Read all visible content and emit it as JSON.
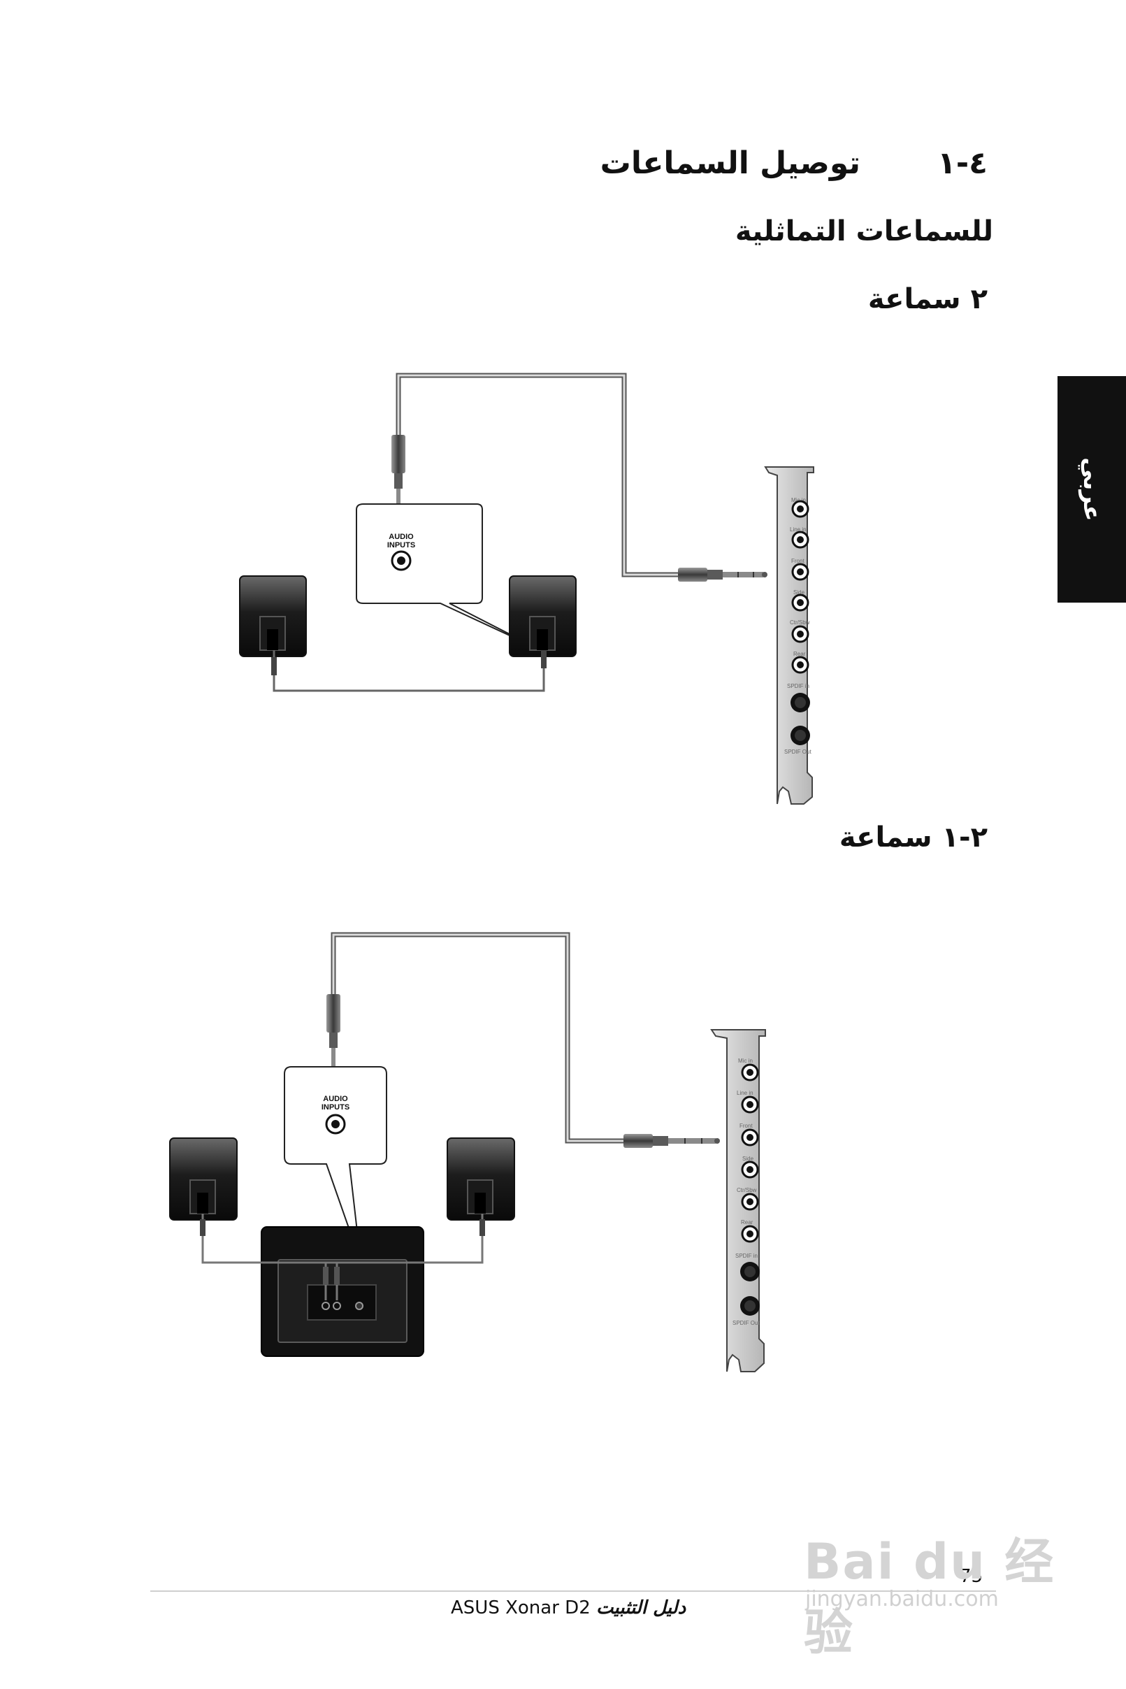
{
  "page": {
    "section_number": "٤-١",
    "section_title": "توصيل السماعات",
    "subtitle": "للسماعات التماثلية",
    "heading_2_speakers": "٢ سماعة",
    "heading_21_speakers": "٢-١ سماعة",
    "side_tab": "عربي"
  },
  "diagram": {
    "audio_inputs_line1": "AUDIO",
    "audio_inputs_line2": "INPUTS",
    "card_ports": [
      "Mic in",
      "Line in",
      "Front",
      "Side",
      "Ctr/Sbw",
      "Rear",
      "SPDIF in",
      "SPDIF Out"
    ]
  },
  "footer": {
    "product": "ASUS Xonar D2",
    "guide_ar": "دليل التثبيت",
    "page_number": "75"
  },
  "watermark": {
    "logo": "Bai du 经验",
    "url": "jingyan.baidu.com"
  }
}
